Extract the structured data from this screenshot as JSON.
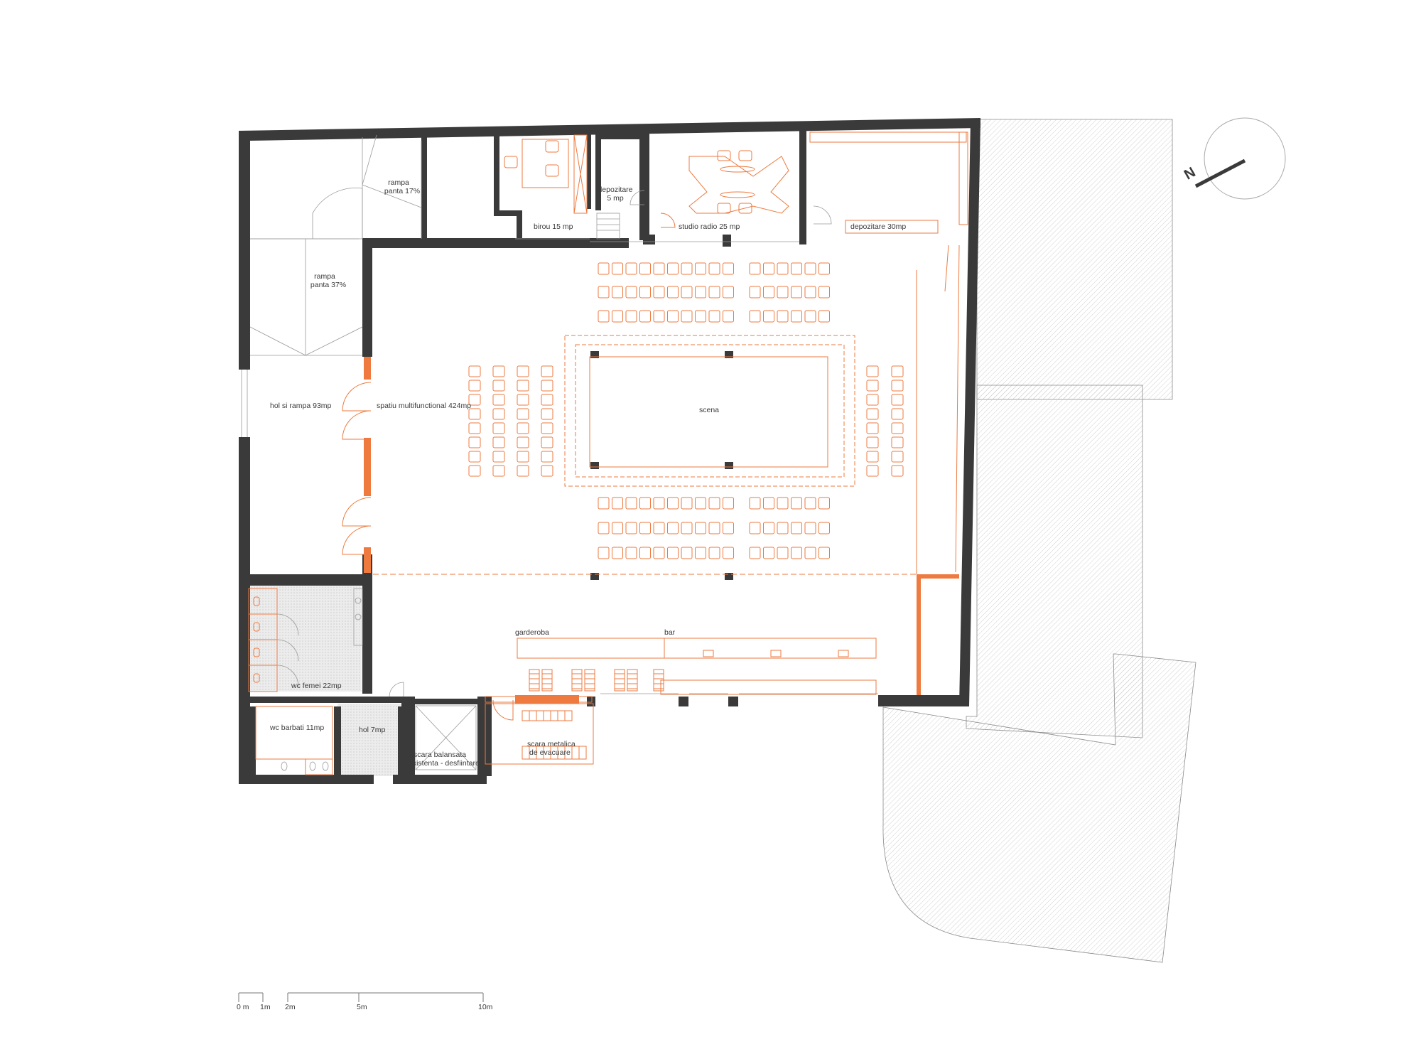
{
  "colors": {
    "wall": "#3a3a3a",
    "furniture": "#ee7a3f",
    "neighbor_hatch": "#9a9a9a",
    "text": "#3a3a3a"
  },
  "rooms": {
    "rampa_17_line1": "rampa",
    "rampa_17_line2": "panta 17%",
    "rampa_37_line1": "rampa",
    "rampa_37_line2": "panta 37%",
    "depozitare_5_line1": "depozitare",
    "depozitare_5_line2": "5 mp",
    "birou": "birou 15 mp",
    "studio_radio": "studio radio 25 mp",
    "depozitare_30": "depozitare 30mp",
    "hol_rampa": "hol si rampa  93mp",
    "spatiu": "spatiu multifunctional 424mp",
    "scena": "scena",
    "garderoba": "garderoba",
    "bar": "bar",
    "wc_femei": "wc femei 22mp",
    "wc_barbati": "wc barbati 11mp",
    "hol_7": "hol 7mp",
    "scara_bal_line1": "scara balansata",
    "scara_bal_line2": "existenta - desfiintare",
    "scara_met_line1": "scara metalica",
    "scara_met_line2": "de evacuare"
  },
  "north_arrow": {
    "label": "N"
  },
  "scale_bar": {
    "ticks": [
      "0 m",
      "1m",
      "2m",
      "5m",
      "10m"
    ]
  }
}
